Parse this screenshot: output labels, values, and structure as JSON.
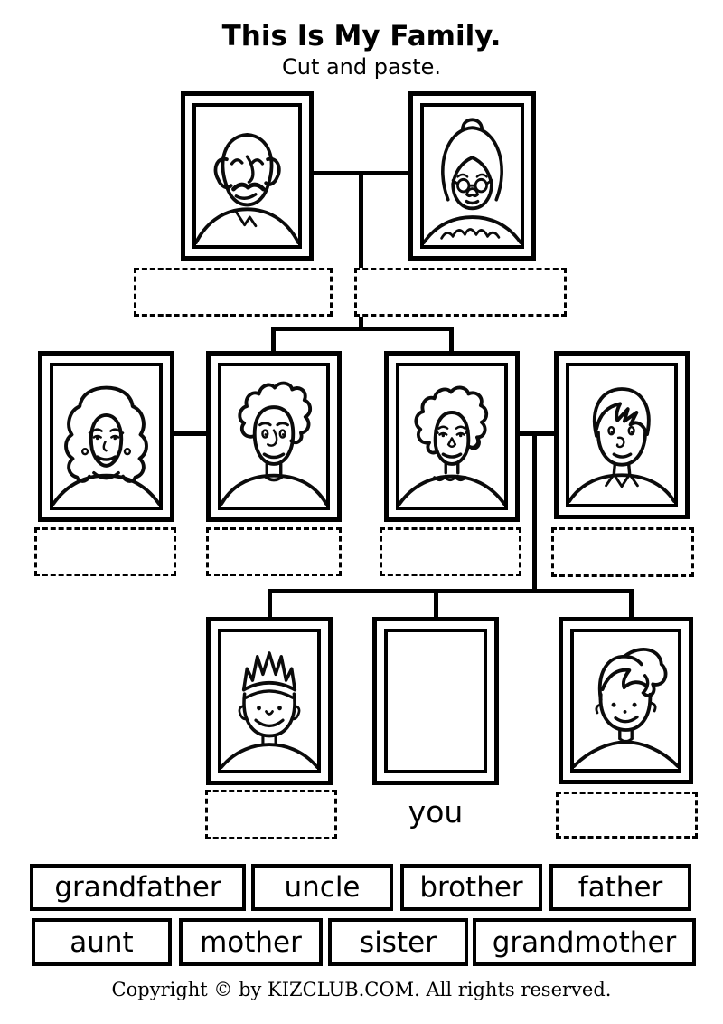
{
  "page": {
    "title": "This Is My Family.",
    "subtitle": "Cut and paste.",
    "you_label": "you",
    "copyright": "Copyright © by KIZCLUB.COM. All rights reserved."
  },
  "tree": {
    "portraits": [
      {
        "slot": "top-1",
        "depicts": "elderly-man-bald-mustache-portrait"
      },
      {
        "slot": "top-2",
        "depicts": "elderly-woman-glasses-bun-portrait"
      },
      {
        "slot": "mid-1",
        "depicts": "woman-long-wavy-hair-earrings-portrait"
      },
      {
        "slot": "mid-2",
        "depicts": "man-short-curly-hair-portrait"
      },
      {
        "slot": "mid-3",
        "depicts": "woman-short-curly-hair-portrait"
      },
      {
        "slot": "mid-4",
        "depicts": "young-man-straight-hair-portrait"
      },
      {
        "slot": "bottom-1",
        "depicts": "boy-spiky-hair-headband-portrait"
      },
      {
        "slot": "bottom-2",
        "depicts": "empty-frame-for-your-photo"
      },
      {
        "slot": "bottom-3",
        "depicts": "girl-ponytail-portrait"
      }
    ],
    "paste_box_count": 8
  },
  "word_bank": [
    {
      "label": "grandfather"
    },
    {
      "label": "uncle"
    },
    {
      "label": "brother"
    },
    {
      "label": "father"
    },
    {
      "label": "aunt"
    },
    {
      "label": "mother"
    },
    {
      "label": "sister"
    },
    {
      "label": "grandmother"
    }
  ],
  "colors": {
    "ink": "#000000",
    "paper": "#ffffff"
  }
}
